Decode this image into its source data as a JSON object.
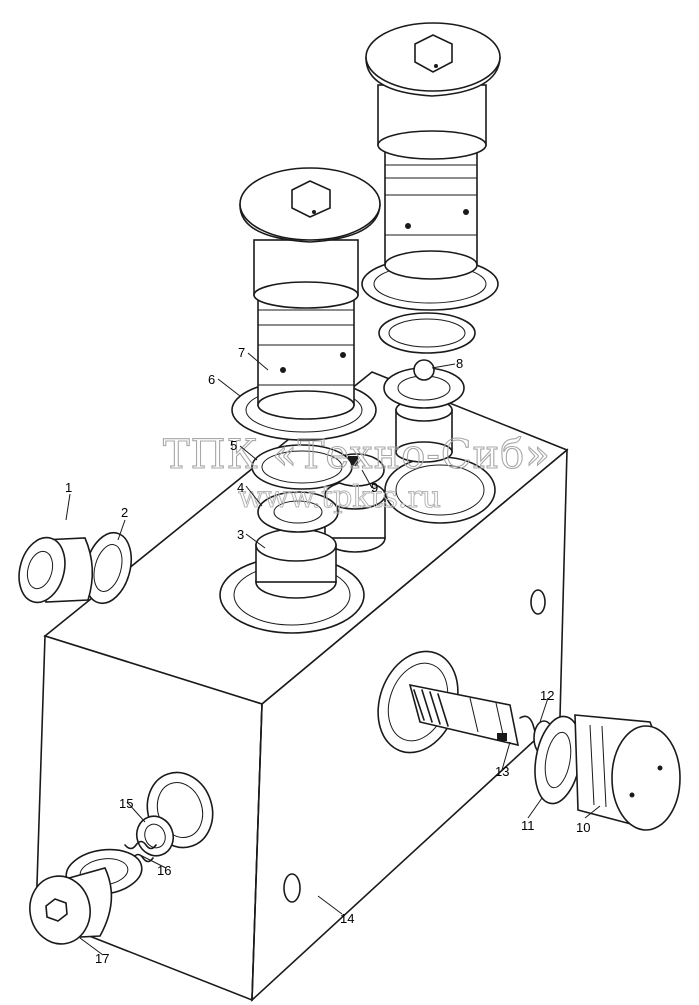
{
  "labels": {
    "p1": "1",
    "p2": "2",
    "p3": "3",
    "p4": "4",
    "p5": "5",
    "p6": "6",
    "p7": "7",
    "p8": "8",
    "p9": "9",
    "p10": "10",
    "p11": "11",
    "p12": "12",
    "p13": "13",
    "p14": "14",
    "p15": "15",
    "p16": "16",
    "p17": "17"
  },
  "watermark": {
    "brand": "ТПК «Техно-Сиб»",
    "site": "www.tpkts.ru"
  }
}
